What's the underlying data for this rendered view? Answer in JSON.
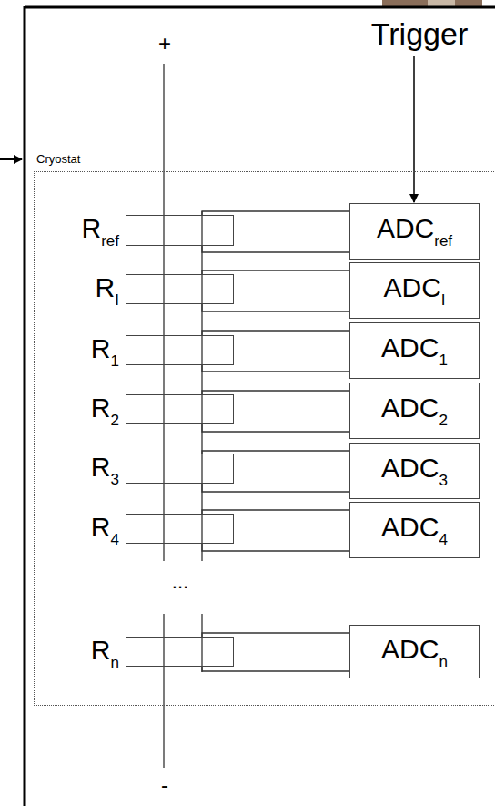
{
  "diagram": {
    "nodes": [
      {
        "text": [
          "Cryostat"
        ]
      },
      {
        "text": [
          "R",
          "ref"
        ],
        "in": 0
      },
      {
        "text": [
          "ADC",
          "ref"
        ],
        "in": 0
      },
      {
        "text": [
          "R",
          "I"
        ],
        "in": 0
      },
      {
        "text": [
          "ADC",
          "I"
        ],
        "in": 0
      },
      {
        "text": [
          "R",
          "1"
        ],
        "in": 0
      },
      {
        "text": [
          "ADC",
          "1"
        ],
        "in": 0
      },
      {
        "text": [
          "R",
          "2"
        ],
        "in": 0
      },
      {
        "text": [
          "ADC",
          "2"
        ],
        "in": 0
      },
      {
        "text": [
          "R",
          "3"
        ],
        "in": 0
      },
      {
        "text": [
          "ADC",
          "3"
        ],
        "in": 0
      },
      {
        "text": [
          "R",
          "4"
        ],
        "in": 0
      },
      {
        "text": [
          "ADC",
          "4"
        ],
        "in": 0
      },
      {
        "text": [
          "R",
          "n"
        ],
        "in": 0
      },
      {
        "text": [
          "ADC",
          "n"
        ],
        "in": 0
      }
    ],
    "edges": [
      {
        "from": 1,
        "to": 2,
        "arrow": "none"
      },
      {
        "from": 3,
        "to": 4,
        "arrow": "none"
      },
      {
        "from": 5,
        "to": 6,
        "arrow": "none"
      },
      {
        "from": 7,
        "to": 8,
        "arrow": "none"
      },
      {
        "from": 9,
        "to": 10,
        "arrow": "none"
      },
      {
        "from": 11,
        "to": 12,
        "arrow": "none"
      },
      {
        "from": 13,
        "to": 14,
        "arrow": "none"
      }
    ],
    "labels": [
      "+",
      "Trigger",
      "...",
      "-"
    ]
  }
}
